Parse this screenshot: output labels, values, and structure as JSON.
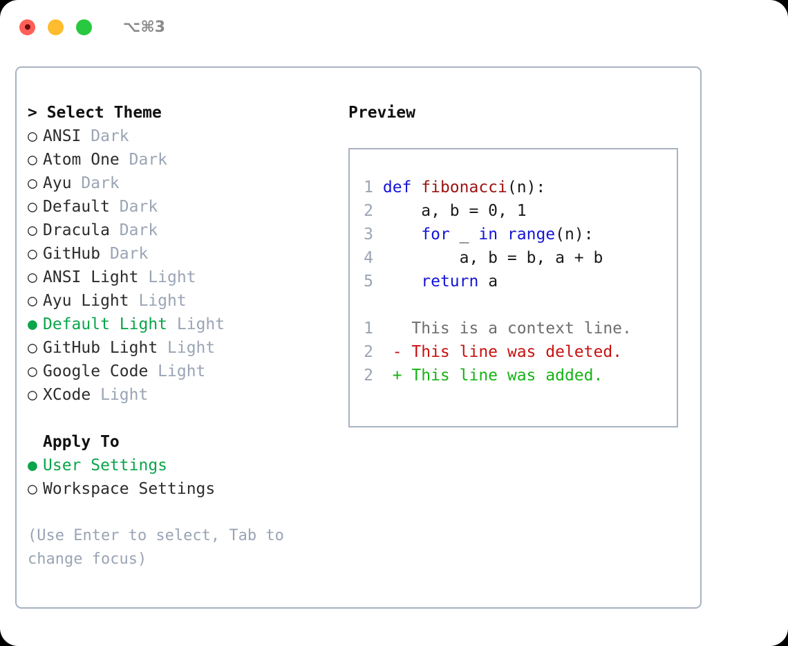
{
  "titlebar": {
    "shortcut": "⌥⌘3",
    "dots": [
      "close",
      "minimize",
      "maximize"
    ]
  },
  "theme_list": {
    "header": "> Select Theme",
    "bullet_off": "○",
    "bullet_on": "●",
    "items": [
      {
        "name": "ANSI",
        "tag": "Dark",
        "selected": false
      },
      {
        "name": "Atom One",
        "tag": "Dark",
        "selected": false
      },
      {
        "name": "Ayu",
        "tag": "Dark",
        "selected": false
      },
      {
        "name": "Default",
        "tag": "Dark",
        "selected": false
      },
      {
        "name": "Dracula",
        "tag": "Dark",
        "selected": false
      },
      {
        "name": "GitHub",
        "tag": "Dark",
        "selected": false
      },
      {
        "name": "ANSI Light",
        "tag": "Light",
        "selected": false
      },
      {
        "name": "Ayu Light",
        "tag": "Light",
        "selected": false
      },
      {
        "name": "Default Light",
        "tag": "Light",
        "selected": true
      },
      {
        "name": "GitHub Light",
        "tag": "Light",
        "selected": false
      },
      {
        "name": "Google Code",
        "tag": "Light",
        "selected": false
      },
      {
        "name": "XCode",
        "tag": "Light",
        "selected": false
      }
    ]
  },
  "apply_to": {
    "header": "Apply To",
    "items": [
      {
        "name": "User Settings",
        "selected": true
      },
      {
        "name": "Workspace Settings",
        "selected": false
      }
    ]
  },
  "hint": "(Use Enter to select, Tab to change focus)",
  "preview": {
    "title": "Preview",
    "code": [
      {
        "no": "1",
        "tokens": [
          {
            "t": "def ",
            "c": "kw"
          },
          {
            "t": "fibonacci",
            "c": "fn"
          },
          {
            "t": "(n):",
            "c": "pl"
          }
        ]
      },
      {
        "no": "2",
        "tokens": [
          {
            "t": "    a, b = 0, 1",
            "c": "pl"
          }
        ]
      },
      {
        "no": "3",
        "tokens": [
          {
            "t": "    ",
            "c": "pl"
          },
          {
            "t": "for",
            "c": "kw"
          },
          {
            "t": " _ ",
            "c": "pl"
          },
          {
            "t": "in",
            "c": "kw"
          },
          {
            "t": " ",
            "c": "pl"
          },
          {
            "t": "range",
            "c": "kw"
          },
          {
            "t": "(n):",
            "c": "pl"
          }
        ]
      },
      {
        "no": "4",
        "tokens": [
          {
            "t": "        a, b = b, a + b",
            "c": "pl"
          }
        ]
      },
      {
        "no": "5",
        "tokens": [
          {
            "t": "    ",
            "c": "pl"
          },
          {
            "t": "return",
            "c": "kw"
          },
          {
            "t": " a",
            "c": "pl"
          }
        ]
      }
    ],
    "diff": [
      {
        "no": "1",
        "mark": " ",
        "text": "This is a context line.",
        "kind": "ctx"
      },
      {
        "no": "2",
        "mark": "-",
        "text": "This line was deleted.",
        "kind": "del"
      },
      {
        "no": "2",
        "mark": "+",
        "text": "This line was added.",
        "kind": "add"
      }
    ]
  },
  "colors": {
    "accent_green": "#0aa54a",
    "muted": "#9aa4b4",
    "border": "#a8b2c1",
    "keyword_blue": "#1414d6",
    "function_red": "#9c1212",
    "diff_delete": "#c81010",
    "diff_add": "#16b316",
    "dot_red": "#ff5f56",
    "dot_yellow": "#febc2e",
    "dot_green": "#28c840"
  }
}
